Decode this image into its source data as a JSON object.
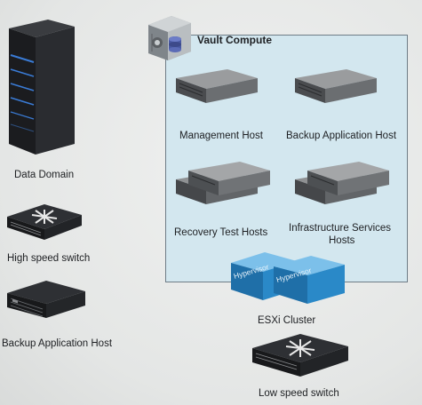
{
  "vault": {
    "title": "Vault Compute",
    "hosts": {
      "management": "Management Host",
      "backup_app": "Backup Application Host",
      "recovery_test": "Recovery Test Hosts",
      "infra_services": "Infrastructure Services Hosts",
      "infra_services_line1": "Infrastructure Services",
      "infra_services_line2": "Hosts"
    }
  },
  "cluster": {
    "label": "ESXi Cluster",
    "hypervisor_text": "Hypervisor"
  },
  "left_column": {
    "data_domain": "Data Domain",
    "high_speed_switch": "High speed switch",
    "backup_app_host": "Backup Application Host"
  },
  "low_speed_switch": "Low speed switch",
  "colors": {
    "vault_fill": "#d3e7ef",
    "cluster_blue": "#2a89c8",
    "dark_device": "#232427",
    "rack_blue_led": "#3a7bd5"
  }
}
